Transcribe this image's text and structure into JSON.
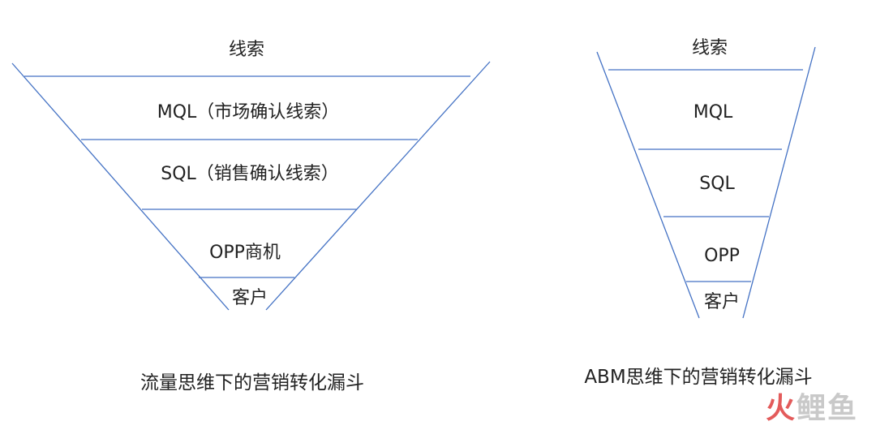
{
  "left_funnel": {
    "levels": [
      "线索",
      "MQL（市场确认线索）",
      "SQL（销售确认线索）",
      "OPP商机",
      "客户"
    ],
    "caption": "流量思维下的营销转化漏斗"
  },
  "right_funnel": {
    "levels": [
      "线索",
      "MQL",
      "SQL",
      "OPP",
      "客户"
    ],
    "caption": "ABM思维下的营销转化漏斗"
  },
  "watermark": {
    "first_char": "火",
    "rest": "鲤鱼"
  },
  "colors": {
    "line": "#4472c4",
    "text": "#222222"
  }
}
